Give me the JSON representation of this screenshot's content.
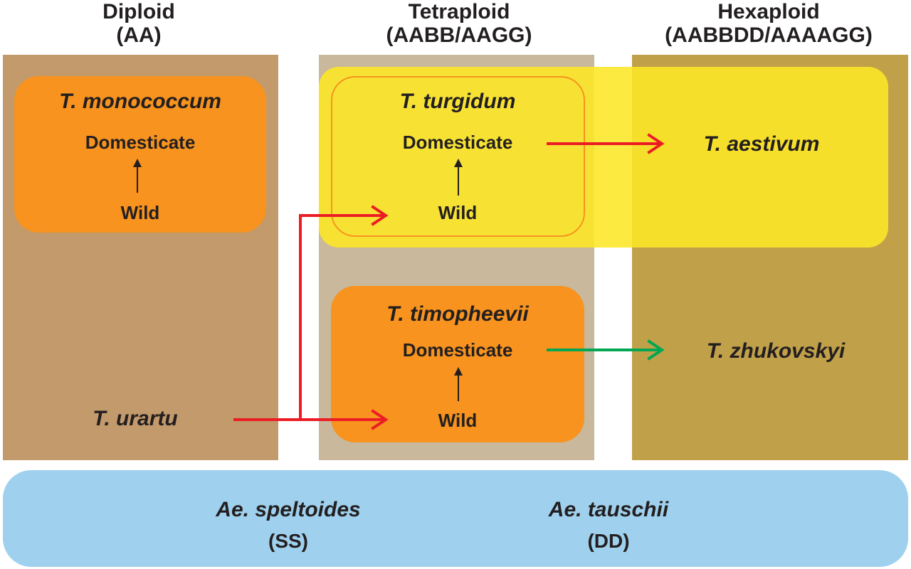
{
  "headers": {
    "diploid": {
      "line1": "Diploid",
      "line2": "(AA)"
    },
    "tetraploid": {
      "line1": "Tetraploid",
      "line2": "(AABB/AAGG)"
    },
    "hexaploid": {
      "line1": "Hexaploid",
      "line2": "(AABBDD/AAAAGG)"
    }
  },
  "diploid": {
    "monococcum": {
      "name": "T. monococcum",
      "domesticate": "Domesticate",
      "wild": "Wild"
    },
    "urartu": "T. urartu"
  },
  "tetraploid": {
    "turgidum": {
      "name": "T. turgidum",
      "domesticate": "Domesticate",
      "wild": "Wild"
    },
    "timopheevii": {
      "name": "T. timopheevii",
      "domesticate": "Domesticate",
      "wild": "Wild"
    }
  },
  "hexaploid": {
    "aestivum": "T. aestivum",
    "zhukovskyi": "T. zhukovskyi"
  },
  "donors": {
    "speltoides": {
      "name": "Ae. speltoides",
      "genome": "(SS)"
    },
    "tauschii": {
      "name": "Ae. tauschii",
      "genome": "(DD)"
    }
  },
  "colors": {
    "diploid_panel": "#c29a6b",
    "tetraploid_panel": "#c9b89b",
    "hexaploid_panel": "#c1a04a",
    "orange_box": "#f7931e",
    "yellow_box": "#fde726",
    "donor_bar": "#9fd1ee",
    "red_arrow": "#ec1c24",
    "green_arrow": "#00a651"
  }
}
